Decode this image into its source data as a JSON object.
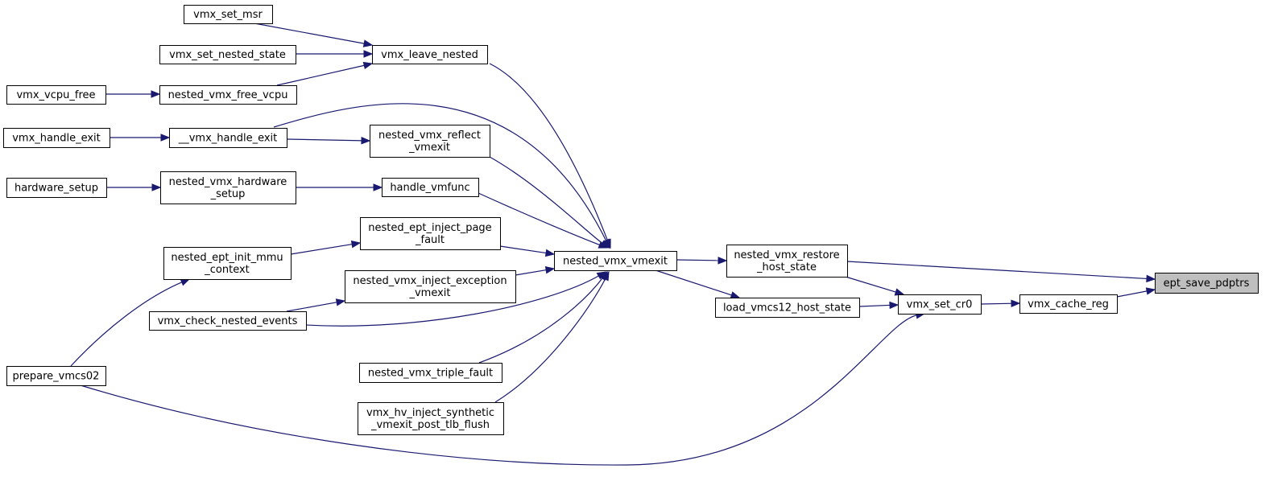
{
  "graph": {
    "nodes": {
      "vmx_set_msr": {
        "lines": [
          "vmx_set_msr"
        ]
      },
      "vmx_set_nested_state": {
        "lines": [
          "vmx_set_nested_state"
        ]
      },
      "vmx_vcpu_free": {
        "lines": [
          "vmx_vcpu_free"
        ]
      },
      "nested_vmx_free_vcpu": {
        "lines": [
          "nested_vmx_free_vcpu"
        ]
      },
      "vmx_handle_exit": {
        "lines": [
          "vmx_handle_exit"
        ]
      },
      "__vmx_handle_exit": {
        "lines": [
          "__vmx_handle_exit"
        ]
      },
      "hardware_setup": {
        "lines": [
          "hardware_setup"
        ]
      },
      "nested_vmx_hardware_setup": {
        "lines": [
          "nested_vmx_hardware",
          "_setup"
        ]
      },
      "nested_ept_init_mmu_context": {
        "lines": [
          "nested_ept_init_mmu",
          "_context"
        ]
      },
      "vmx_check_nested_events": {
        "lines": [
          "vmx_check_nested_events"
        ]
      },
      "prepare_vmcs02": {
        "lines": [
          "prepare_vmcs02"
        ]
      },
      "vmx_leave_nested": {
        "lines": [
          "vmx_leave_nested"
        ]
      },
      "nested_vmx_reflect_vmexit": {
        "lines": [
          "nested_vmx_reflect",
          "_vmexit"
        ]
      },
      "handle_vmfunc": {
        "lines": [
          "handle_vmfunc"
        ]
      },
      "nested_ept_inject_page_fault": {
        "lines": [
          "nested_ept_inject_page",
          "_fault"
        ]
      },
      "nested_vmx_inject_exception_vmexit": {
        "lines": [
          "nested_vmx_inject_exception",
          "_vmexit"
        ]
      },
      "nested_vmx_triple_fault": {
        "lines": [
          "nested_vmx_triple_fault"
        ]
      },
      "vmx_hv_inject_synthetic_vmexit_post_tlb_flush": {
        "lines": [
          "vmx_hv_inject_synthetic",
          "_vmexit_post_tlb_flush"
        ]
      },
      "nested_vmx_vmexit": {
        "lines": [
          "nested_vmx_vmexit"
        ]
      },
      "nested_vmx_restore_host_state": {
        "lines": [
          "nested_vmx_restore",
          "_host_state"
        ]
      },
      "load_vmcs12_host_state": {
        "lines": [
          "load_vmcs12_host_state"
        ]
      },
      "vmx_set_cr0": {
        "lines": [
          "vmx_set_cr0"
        ]
      },
      "vmx_cache_reg": {
        "lines": [
          "vmx_cache_reg"
        ]
      },
      "ept_save_pdptrs": {
        "lines": [
          "ept_save_pdptrs"
        ]
      }
    },
    "root": "ept_save_pdptrs",
    "edges": [
      {
        "from": "vmx_set_msr",
        "to": "vmx_leave_nested"
      },
      {
        "from": "vmx_set_nested_state",
        "to": "vmx_leave_nested"
      },
      {
        "from": "nested_vmx_free_vcpu",
        "to": "vmx_leave_nested"
      },
      {
        "from": "vmx_vcpu_free",
        "to": "nested_vmx_free_vcpu"
      },
      {
        "from": "vmx_handle_exit",
        "to": "__vmx_handle_exit"
      },
      {
        "from": "hardware_setup",
        "to": "nested_vmx_hardware_setup"
      },
      {
        "from": "__vmx_handle_exit",
        "to": "nested_vmx_reflect_vmexit"
      },
      {
        "from": "nested_vmx_hardware_setup",
        "to": "handle_vmfunc"
      },
      {
        "from": "nested_ept_init_mmu_context",
        "to": "nested_ept_inject_page_fault"
      },
      {
        "from": "vmx_check_nested_events",
        "to": "nested_vmx_inject_exception_vmexit"
      },
      {
        "from": "prepare_vmcs02",
        "to": "nested_ept_init_mmu_context"
      },
      {
        "from": "vmx_leave_nested",
        "to": "nested_vmx_vmexit"
      },
      {
        "from": "__vmx_handle_exit",
        "to": "nested_vmx_vmexit"
      },
      {
        "from": "nested_vmx_reflect_vmexit",
        "to": "nested_vmx_vmexit"
      },
      {
        "from": "handle_vmfunc",
        "to": "nested_vmx_vmexit"
      },
      {
        "from": "nested_ept_inject_page_fault",
        "to": "nested_vmx_vmexit"
      },
      {
        "from": "nested_vmx_inject_exception_vmexit",
        "to": "nested_vmx_vmexit"
      },
      {
        "from": "vmx_check_nested_events",
        "to": "nested_vmx_vmexit"
      },
      {
        "from": "nested_vmx_triple_fault",
        "to": "nested_vmx_vmexit"
      },
      {
        "from": "vmx_hv_inject_synthetic_vmexit_post_tlb_flush",
        "to": "nested_vmx_vmexit"
      },
      {
        "from": "nested_vmx_vmexit",
        "to": "nested_vmx_restore_host_state"
      },
      {
        "from": "nested_vmx_vmexit",
        "to": "load_vmcs12_host_state"
      },
      {
        "from": "load_vmcs12_host_state",
        "to": "vmx_set_cr0"
      },
      {
        "from": "nested_vmx_restore_host_state",
        "to": "vmx_set_cr0"
      },
      {
        "from": "prepare_vmcs02",
        "to": "vmx_set_cr0"
      },
      {
        "from": "vmx_set_cr0",
        "to": "vmx_cache_reg"
      },
      {
        "from": "vmx_cache_reg",
        "to": "ept_save_pdptrs"
      },
      {
        "from": "nested_vmx_restore_host_state",
        "to": "ept_save_pdptrs"
      }
    ]
  },
  "colors": {
    "edge": "#191970",
    "node_border": "#000000",
    "node_fill": "#ffffff",
    "root_fill": "#bfbfbf"
  }
}
